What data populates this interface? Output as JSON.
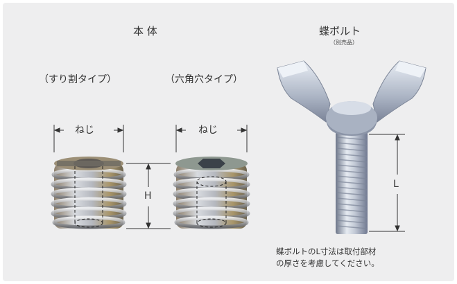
{
  "main_body": {
    "title": "本 体",
    "slotted_type_label": "（すり割タイプ）",
    "hex_type_label": "（六角穴タイプ）",
    "thread_label_slotted": "ねじ",
    "thread_label_hex": "ねじ",
    "height_label": "H"
  },
  "wing_bolt": {
    "title": "蝶ボルト",
    "subtitle": "（別売品）",
    "length_label": "L",
    "note_line1": "蝶ボルトのL寸法は取付部材",
    "note_line2": "の厚さを考慮してください。"
  },
  "colors": {
    "panel_bg": "#eeeeef",
    "metal_light": "#dde2ea",
    "metal_dark": "#7a8396",
    "insert_brass": "#b7a474",
    "dim_line": "#333333"
  }
}
